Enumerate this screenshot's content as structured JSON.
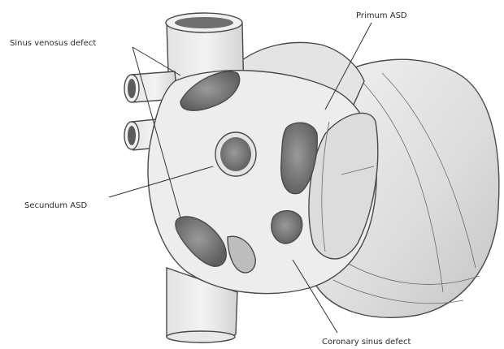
{
  "labels": {
    "sinus_venosus": "Sinus venosus defect",
    "primum": "Primum ASD",
    "secundum": "Secundum ASD",
    "coronary_sinus": "Coronary sinus defect"
  },
  "colors": {
    "tissue": "#ececec",
    "tissue_light": "#f4f4f4",
    "tissue_shade": "#d2d2d2",
    "hole_dark": "#6b6b6b",
    "hole_mid": "#8c8c8c",
    "outline": "#4a4a4a"
  }
}
